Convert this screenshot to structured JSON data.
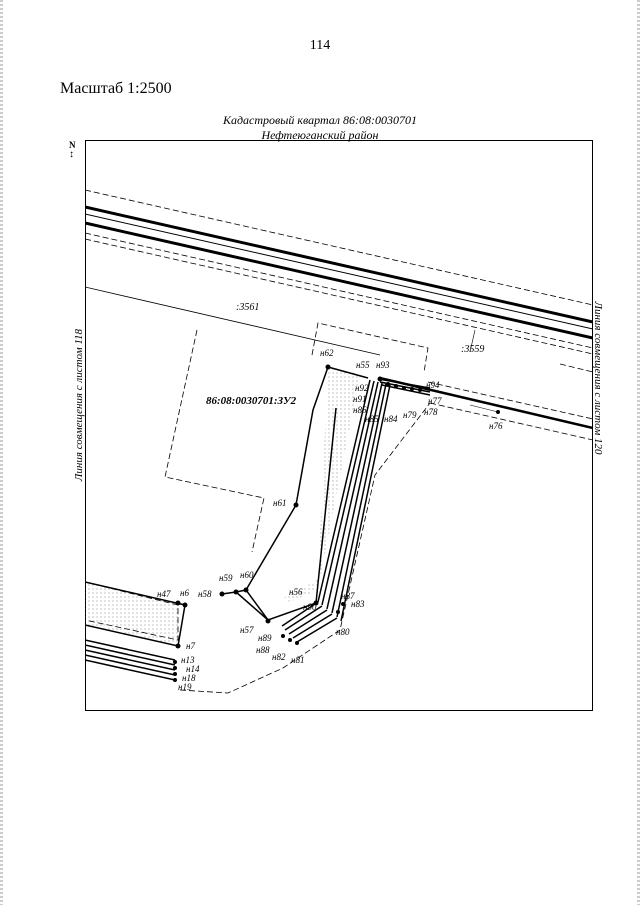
{
  "page_number": "114",
  "scale": "Масштаб 1:2500",
  "header": {
    "quarter": "Кадастровый квартал 86:08:0030701",
    "district": "Нефтеюганский район"
  },
  "north_label": "N",
  "side_labels": {
    "left": "Линия совмещения с листом 118",
    "right": "Линия совмещения с листом 120"
  },
  "parcel_label": "86:08:0030701:ЗУ2",
  "parcel_numbers": [
    ":3561",
    ":3559"
  ],
  "points": [
    "н62",
    "н55",
    "н93",
    "н92",
    "н91",
    "н86",
    "н85",
    "н84",
    "н94",
    "н77",
    "н78",
    "н79",
    "н76",
    "н61",
    "н59",
    "н60",
    "н58",
    "н47",
    "н6",
    "н56",
    "н87",
    "н83",
    "н90",
    "н57",
    "н89",
    "н80",
    "н88",
    "н82",
    "н81",
    "н7",
    "н13",
    "н14",
    "н18",
    "н19"
  ]
}
